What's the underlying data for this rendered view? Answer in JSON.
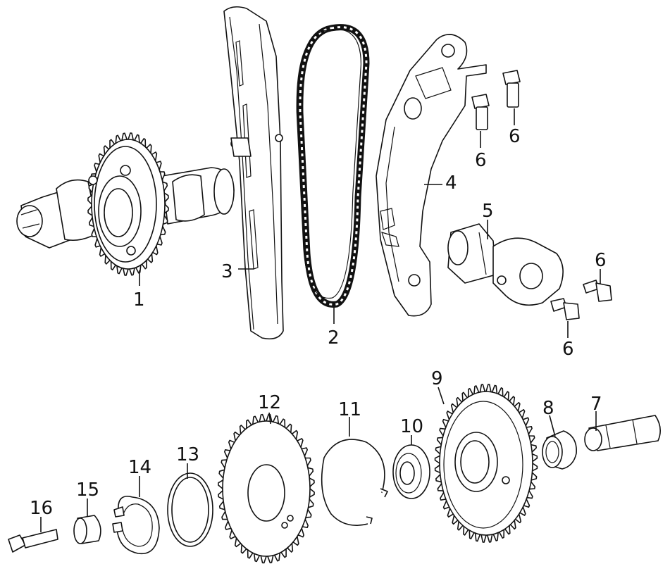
{
  "parts": [
    {
      "key": "camshaft",
      "label": "1"
    },
    {
      "key": "timing_chain",
      "label": "2"
    },
    {
      "key": "chain_guide",
      "label": "3"
    },
    {
      "key": "tensioner_rail",
      "label": "4"
    },
    {
      "key": "chain_tensioner",
      "label": "5"
    },
    {
      "key": "bolt_a",
      "label": "6"
    },
    {
      "key": "bolt_b",
      "label": "6"
    },
    {
      "key": "bolt_c",
      "label": "6"
    },
    {
      "key": "bolt_d",
      "label": "6"
    },
    {
      "key": "shaft",
      "label": "7"
    },
    {
      "key": "needle_bearing",
      "label": "8"
    },
    {
      "key": "idler_gear",
      "label": "9"
    },
    {
      "key": "ball_bearing",
      "label": "10"
    },
    {
      "key": "snap_ring_large",
      "label": "11"
    },
    {
      "key": "drive_sprocket",
      "label": "12"
    },
    {
      "key": "o_ring",
      "label": "13"
    },
    {
      "key": "circlip",
      "label": "14"
    },
    {
      "key": "spacer",
      "label": "15"
    },
    {
      "key": "bolt_16",
      "label": "16"
    }
  ],
  "colors": {
    "line": "#111111",
    "background": "#ffffff"
  }
}
